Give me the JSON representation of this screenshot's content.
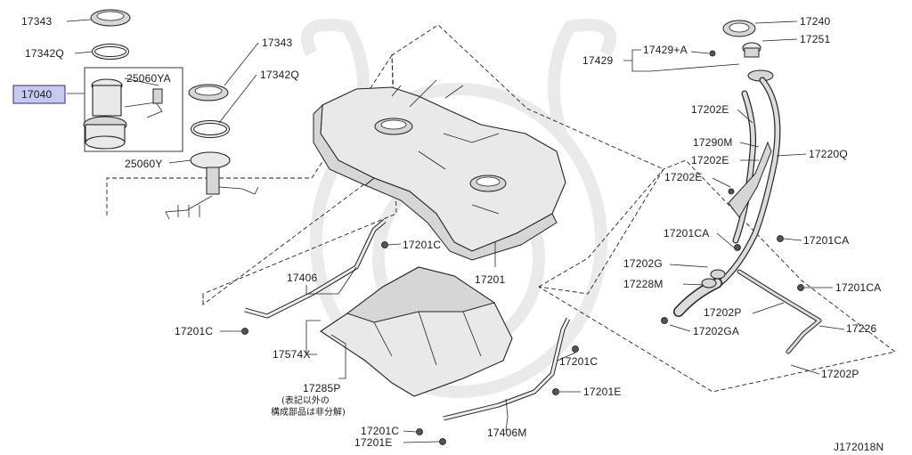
{
  "diagram": {
    "labels": [
      {
        "id": "p17343a",
        "text": "17343"
      },
      {
        "id": "p17342qa",
        "text": "17342Q"
      },
      {
        "id": "p17040",
        "text": "17040"
      },
      {
        "id": "p25060ya",
        "text": "25060YA"
      },
      {
        "id": "p17343b",
        "text": "17343"
      },
      {
        "id": "p17342qb",
        "text": "17342Q"
      },
      {
        "id": "p25060y",
        "text": "25060Y"
      },
      {
        "id": "p17201c_a",
        "text": "17201C"
      },
      {
        "id": "p17406",
        "text": "17406"
      },
      {
        "id": "p17201",
        "text": "17201"
      },
      {
        "id": "p17201c_b",
        "text": "17201C"
      },
      {
        "id": "p17574x",
        "text": "17574X"
      },
      {
        "id": "p17285p",
        "text": "17285P"
      },
      {
        "id": "p17201c_c",
        "text": "17201C"
      },
      {
        "id": "p17201e_a",
        "text": "17201E"
      },
      {
        "id": "p17201c_d",
        "text": "17201C"
      },
      {
        "id": "p17201e_b",
        "text": "17201E"
      },
      {
        "id": "p17406m",
        "text": "17406M"
      },
      {
        "id": "p17240",
        "text": "17240"
      },
      {
        "id": "p17251",
        "text": "17251"
      },
      {
        "id": "p17429",
        "text": "17429"
      },
      {
        "id": "p17429a",
        "text": "17429+A"
      },
      {
        "id": "p17202e_a",
        "text": "17202E"
      },
      {
        "id": "p17290m",
        "text": "17290M"
      },
      {
        "id": "p17220q",
        "text": "17220Q"
      },
      {
        "id": "p17202e_b",
        "text": "17202E"
      },
      {
        "id": "p17202e_c",
        "text": "17202E"
      },
      {
        "id": "p17201ca_a",
        "text": "17201CA"
      },
      {
        "id": "p17201ca_b",
        "text": "17201CA"
      },
      {
        "id": "p17202g",
        "text": "17202G"
      },
      {
        "id": "p17228m",
        "text": "17228M"
      },
      {
        "id": "p17201ca_c",
        "text": "17201CA"
      },
      {
        "id": "p17202p_a",
        "text": "17202P"
      },
      {
        "id": "p17226",
        "text": "17226"
      },
      {
        "id": "p17202ga",
        "text": "17202GA"
      },
      {
        "id": "p17202p_b",
        "text": "17202P"
      }
    ],
    "note_line1": "(表記以外の",
    "note_line2": "構成部品は非分解)",
    "drawing_code": "J172018N",
    "highlight_color": "#c9c9ef"
  }
}
